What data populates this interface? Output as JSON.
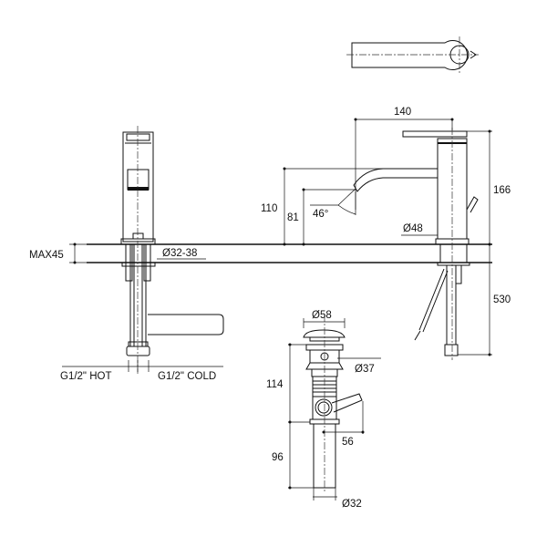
{
  "labels": {
    "max45": "MAX45",
    "dia_32_38": "Ø32-38",
    "hot": "G1/2\" HOT",
    "cold": "G1/2\" COLD",
    "dim_140": "140",
    "dim_166": "166",
    "dim_110": "110",
    "dim_81": "81",
    "angle": "46°",
    "dia_48": "Ø48",
    "dim_530": "530",
    "dia_58": "Ø58",
    "dia_37": "Ø37",
    "dim_114": "114",
    "dim_56": "56",
    "dim_96": "96",
    "dia_32": "Ø32"
  }
}
